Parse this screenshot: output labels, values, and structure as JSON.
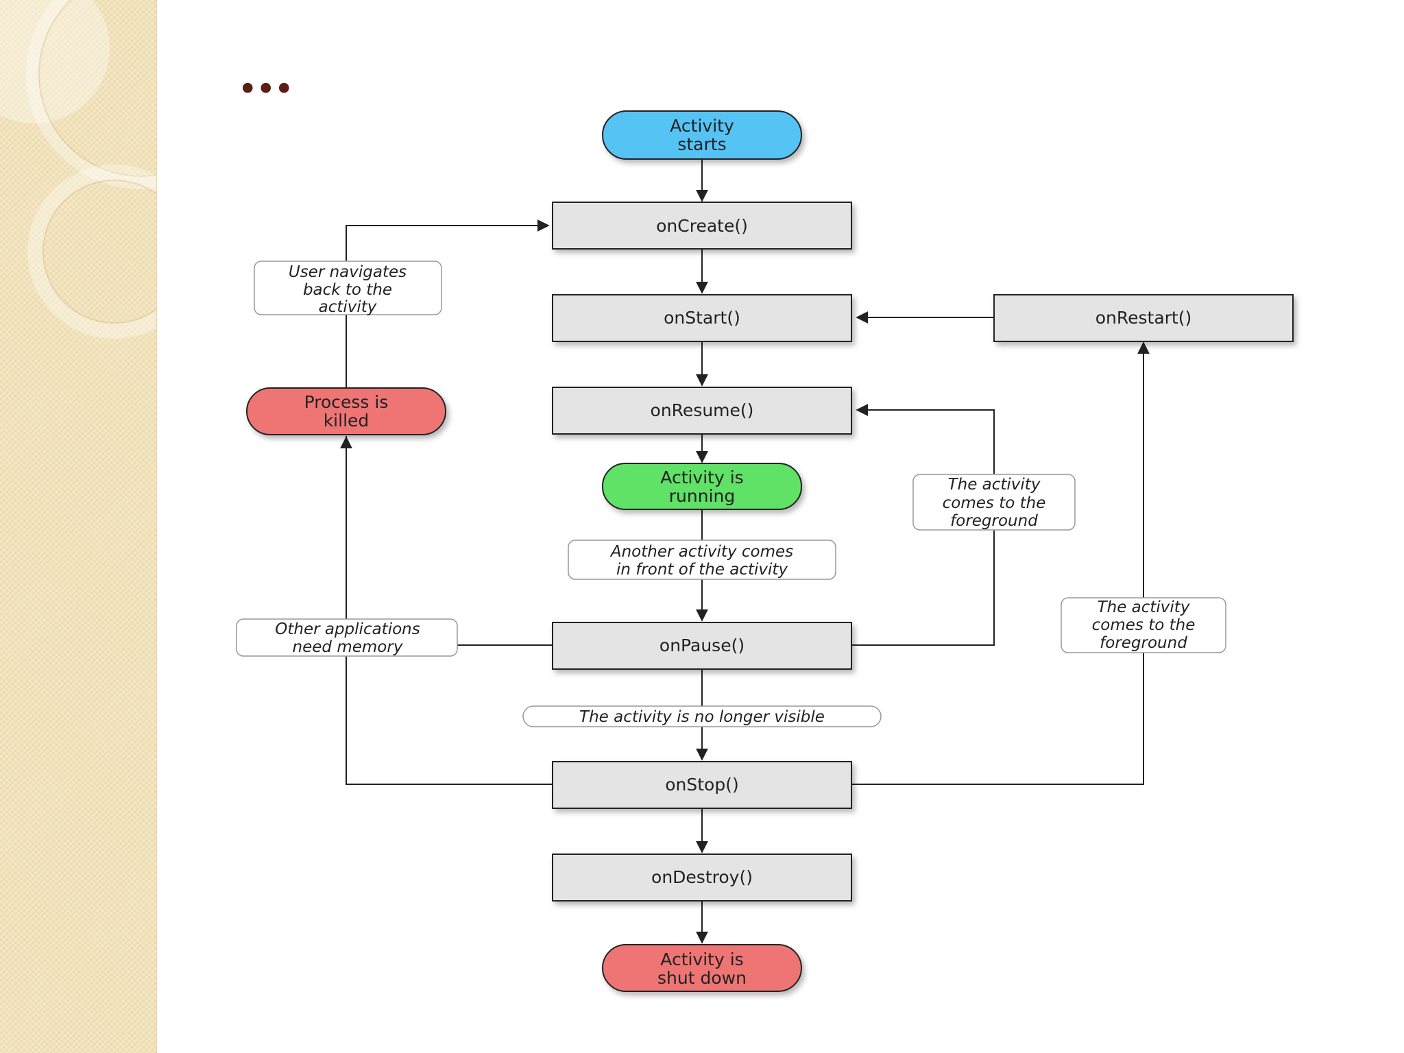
{
  "slide": {
    "title": "..."
  },
  "colors": {
    "start": "#56c3f5",
    "running": "#5fe266",
    "terminal": "#ef7474",
    "method_box": "#e4e4e4",
    "sidebar": "#f2e3bb",
    "title": "#5a1f14",
    "line": "#222222"
  },
  "diagram": {
    "nodes": {
      "activity_starts": [
        "Activity",
        "starts"
      ],
      "on_create": "onCreate()",
      "on_start": "onStart()",
      "on_restart": "onRestart()",
      "on_resume": "onResume()",
      "activity_running": [
        "Activity is",
        "running"
      ],
      "process_killed": [
        "Process is",
        "killed"
      ],
      "on_pause": "onPause()",
      "on_stop": "onStop()",
      "on_destroy": "onDestroy()",
      "activity_shut_down": [
        "Activity is",
        "shut down"
      ]
    },
    "labels": {
      "user_navigates_back": [
        "User navigates",
        "back to the",
        "activity"
      ],
      "foreground_resume": [
        "The activity",
        "comes to the",
        "foreground"
      ],
      "another_activity": [
        "Another activity comes",
        "in front of the activity"
      ],
      "other_apps_memory": [
        "Other applications",
        "need memory"
      ],
      "foreground_restart": [
        "The activity",
        "comes to the",
        "foreground"
      ],
      "no_longer_visible": [
        "The activity is no longer visible"
      ]
    },
    "edges": [
      {
        "from": "Activity starts",
        "to": "onCreate()"
      },
      {
        "from": "onCreate()",
        "to": "onStart()"
      },
      {
        "from": "onStart()",
        "to": "onResume()"
      },
      {
        "from": "onResume()",
        "to": "Activity is running"
      },
      {
        "from": "Activity is running",
        "to": "onPause()",
        "label": "Another activity comes in front of the activity"
      },
      {
        "from": "onPause()",
        "to": "onResume()",
        "label": "The activity comes to the foreground"
      },
      {
        "from": "onPause()",
        "to": "onStop()",
        "label": "The activity is no longer visible"
      },
      {
        "from": "onPause()",
        "to": "Process is killed",
        "label": "Other applications need memory"
      },
      {
        "from": "onStop()",
        "to": "Process is killed"
      },
      {
        "from": "Process is killed",
        "to": "onCreate()",
        "label": "User navigates back to the activity"
      },
      {
        "from": "onStop()",
        "to": "onRestart()",
        "label": "The activity comes to the foreground"
      },
      {
        "from": "onRestart()",
        "to": "onStart()"
      },
      {
        "from": "onStop()",
        "to": "onDestroy()"
      },
      {
        "from": "onDestroy()",
        "to": "Activity is shut down"
      }
    ]
  }
}
